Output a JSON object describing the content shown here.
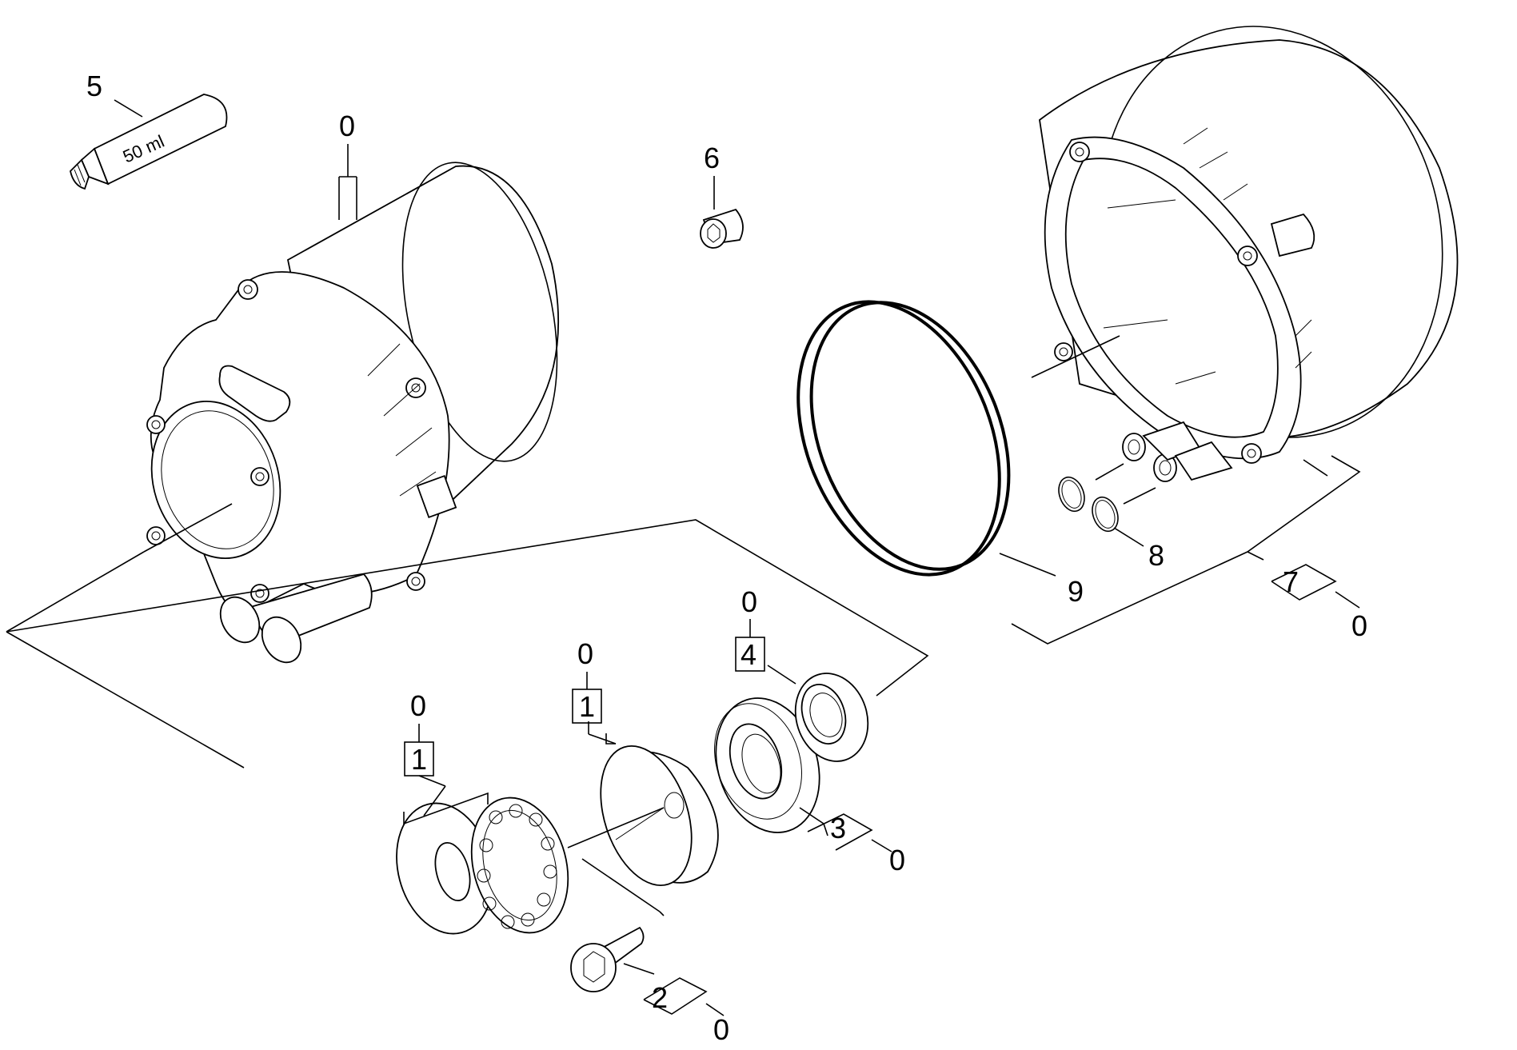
{
  "tube": {
    "volume_text": "50 ml"
  },
  "callouts": {
    "c5": "5",
    "c0_housing": "0",
    "c6": "6",
    "c0_thrust": "0",
    "c1_thrust": "1",
    "c0_swash": "0",
    "c1_swash": "1",
    "c0_seal": "0",
    "c4_seal": "4",
    "c3": "3",
    "c0_bearing": "0",
    "c2": "2",
    "c0_bolt": "0",
    "c9": "9",
    "c8": "8",
    "c7": "7",
    "c0_flange": "0"
  }
}
